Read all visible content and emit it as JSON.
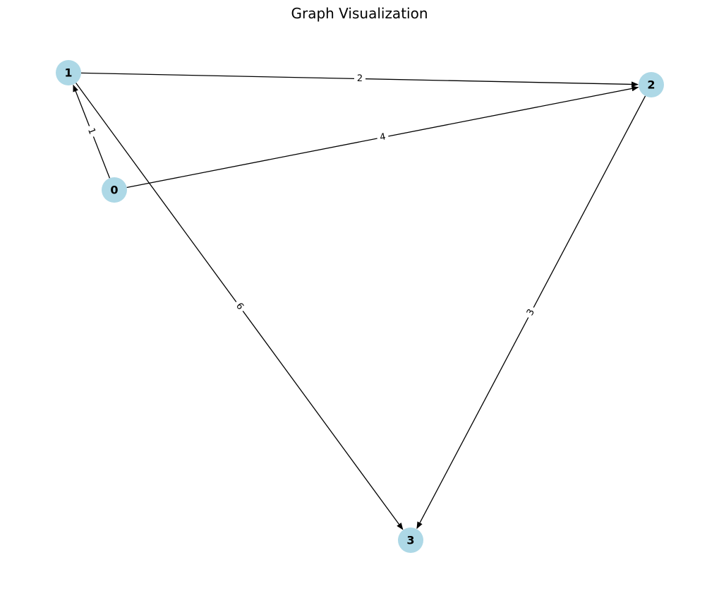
{
  "title": "Graph Visualization",
  "colors": {
    "node_fill": "#add8e6",
    "edge": "#000000",
    "label_bg": "#ffffff"
  },
  "nodes": [
    {
      "id": "0",
      "label": "0"
    },
    {
      "id": "1",
      "label": "1"
    },
    {
      "id": "2",
      "label": "2"
    },
    {
      "id": "3",
      "label": "3"
    }
  ],
  "edges": [
    {
      "source": "0",
      "target": "1",
      "weight": "1"
    },
    {
      "source": "1",
      "target": "2",
      "weight": "2"
    },
    {
      "source": "0",
      "target": "2",
      "weight": "4"
    },
    {
      "source": "1",
      "target": "3",
      "weight": "6"
    },
    {
      "source": "2",
      "target": "3",
      "weight": "3"
    }
  ]
}
